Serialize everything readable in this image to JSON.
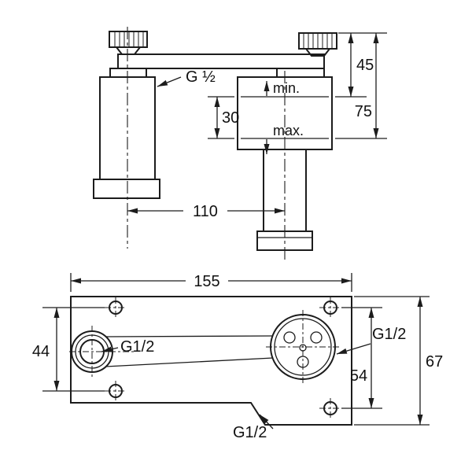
{
  "drawing": {
    "background": "#ffffff",
    "line_color": "#1c1c1c",
    "upper_view": {
      "thread_label": "G ½",
      "min_label": "min.",
      "max_label": "max.",
      "dims": {
        "height_to_min": "45",
        "height_to_max": "75",
        "adjust_range": "30",
        "spout_projection": "110"
      }
    },
    "lower_view": {
      "dims": {
        "overall_width": "155",
        "left_hole_spacing": "44",
        "right_hole_spacing": "54",
        "overall_height": "67"
      },
      "thread_left": "G1/2",
      "thread_right": "G1/2",
      "thread_bottom": "G1/2"
    }
  }
}
